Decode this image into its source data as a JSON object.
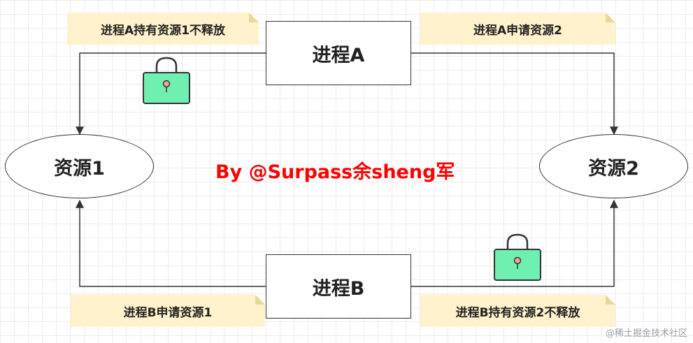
{
  "colors": {
    "line": "#333333",
    "note_bg": "#fff2cc",
    "lock_body": "#6ff0b0",
    "watermark": "#ff0000"
  },
  "notes": {
    "a_holds": "进程A持有资源1不释放",
    "a_requests": "进程A申请资源2",
    "b_requests": "进程B申请资源1",
    "b_holds": "进程B持有资源2不释放"
  },
  "processes": {
    "a": "进程A",
    "b": "进程B"
  },
  "resources": {
    "r1": "资源1",
    "r2": "资源2"
  },
  "icons": {
    "lock_a": "padlock-icon",
    "lock_b": "padlock-icon"
  },
  "watermark": "By @Surpass余sheng军",
  "footer": "@稀土掘金技术社区"
}
